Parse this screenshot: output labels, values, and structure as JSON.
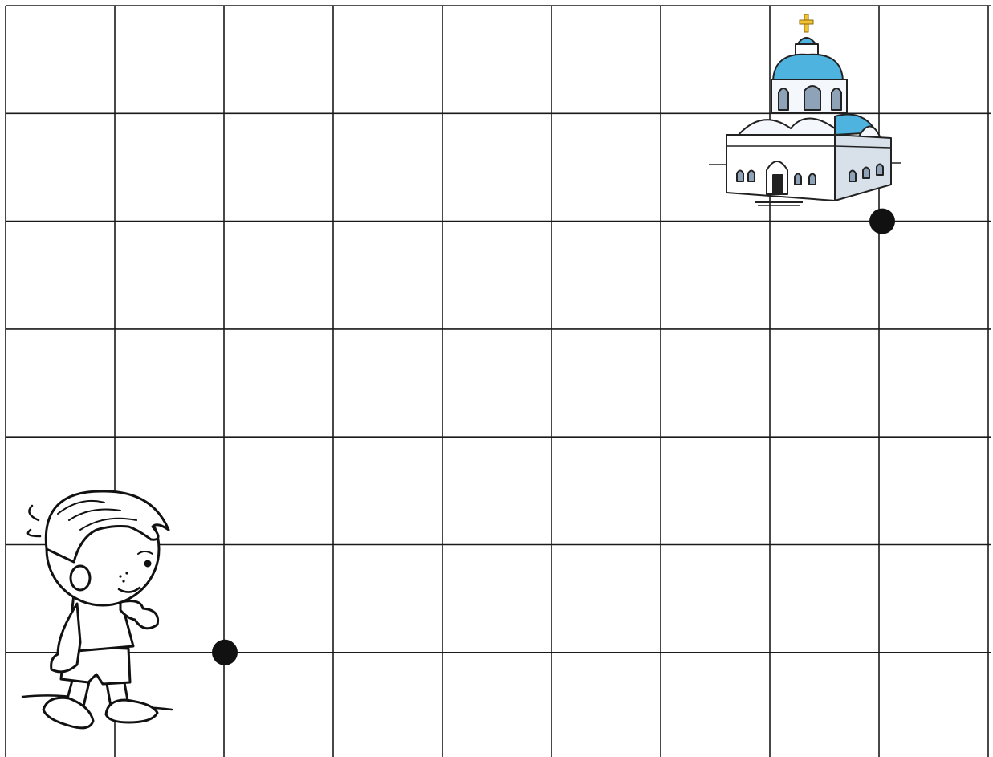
{
  "grid": {
    "columns": 9,
    "rows": 7,
    "line_color": "#1a1a1a",
    "background": "#ffffff"
  },
  "points": [
    {
      "name": "start-point",
      "col": 2,
      "row": 6,
      "color": "#111111"
    },
    {
      "name": "end-point",
      "col": 8,
      "row": 2,
      "color": "#111111"
    }
  ],
  "pictures": {
    "boy": {
      "icon": "boy-walking-icon"
    },
    "church": {
      "icon": "church-icon",
      "dome_color": "#4fb3e0",
      "cross_color": "#f2c230"
    }
  }
}
